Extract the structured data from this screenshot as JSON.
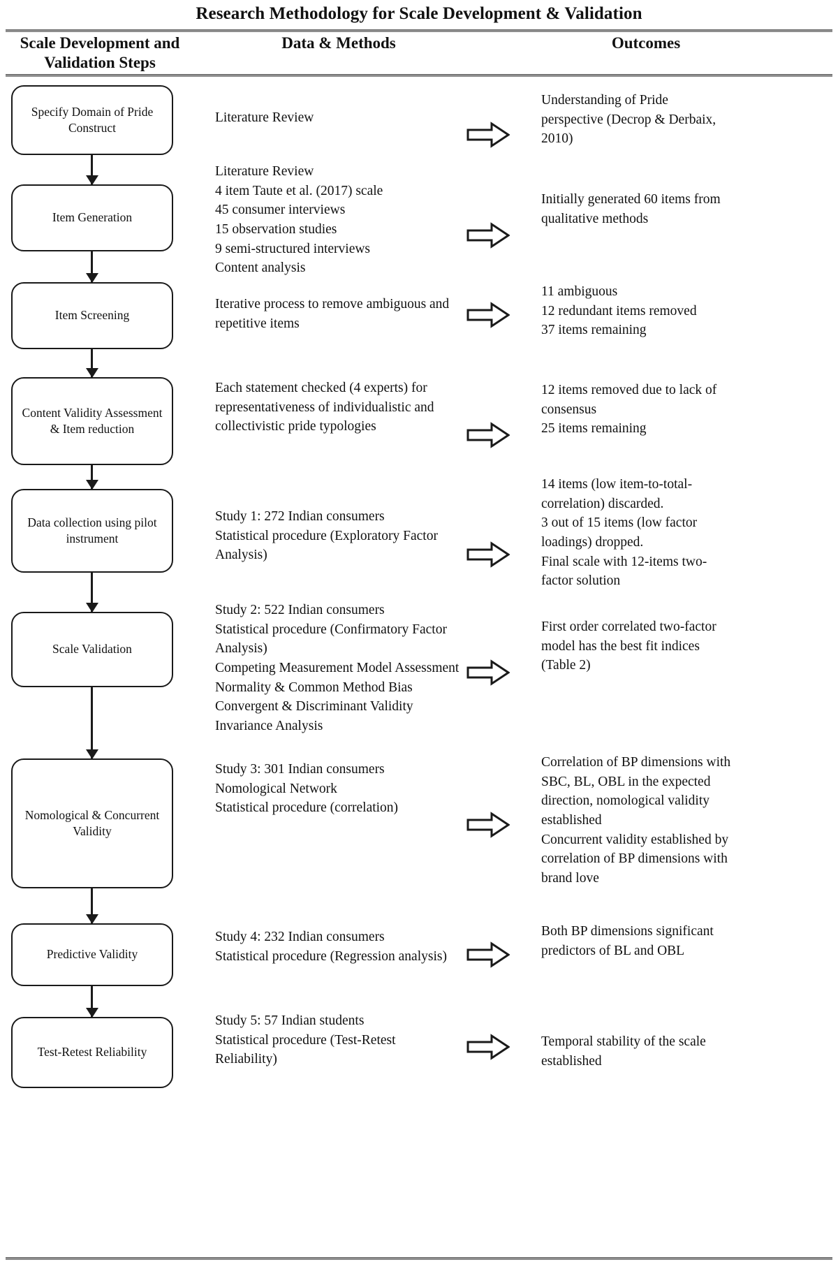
{
  "figure": {
    "title": "Research Methodology for Scale Development & Validation",
    "columns": {
      "steps": "Scale Development and Validation Steps",
      "methods": "Data & Methods",
      "outcomes": "Outcomes"
    },
    "colors": {
      "ink": "#1a1a1a",
      "rule": "#8e8e8e",
      "background": "#ffffff"
    },
    "arrow_icon": "block-arrow-right-icon",
    "flow_icon": "down-arrow-connector-icon"
  },
  "rows": [
    {
      "step": "Specify Domain of Pride Construct",
      "methods": [
        "Literature Review"
      ],
      "outcomes": [
        "Understanding of Pride perspective (Decrop & Derbaix, 2010)"
      ]
    },
    {
      "step": "Item Generation",
      "methods": [
        "Literature Review",
        "4 item Taute et al. (2017) scale",
        "45 consumer interviews",
        "15 observation studies",
        "9 semi-structured interviews",
        "Content analysis"
      ],
      "outcomes": [
        "Initially generated 60 items from qualitative methods"
      ]
    },
    {
      "step": "Item Screening",
      "methods": [
        "Iterative process to remove ambiguous and repetitive items"
      ],
      "outcomes": [
        "11 ambiguous",
        "12 redundant items removed",
        "37 items remaining"
      ]
    },
    {
      "step": "Content Validity Assessment & Item reduction",
      "methods": [
        "Each statement checked (4 experts) for representativeness of individualistic and collectivistic pride typologies"
      ],
      "outcomes": [
        "12 items removed due to lack of consensus",
        "25 items remaining"
      ]
    },
    {
      "step": "Data collection using pilot instrument",
      "methods": [
        "Study 1: 272 Indian consumers",
        "Statistical procedure (Exploratory Factor Analysis)"
      ],
      "outcomes": [
        "14 items (low item-to-total-correlation) discarded.",
        "3 out of 15 items (low factor loadings) dropped.",
        "Final scale with 12-items two-factor solution"
      ]
    },
    {
      "step": "Scale Validation",
      "methods": [
        "Study 2: 522 Indian consumers",
        "Statistical procedure (Confirmatory Factor Analysis)",
        "Competing Measurement Model Assessment",
        "Normality & Common Method Bias",
        "Convergent & Discriminant Validity",
        "Invariance Analysis"
      ],
      "outcomes": [
        "First order correlated two-factor model has the best fit indices (Table 2)"
      ]
    },
    {
      "step": "Nomological & Concurrent Validity",
      "methods": [
        "Study 3: 301 Indian consumers",
        "Nomological Network",
        "Statistical procedure (correlation)"
      ],
      "outcomes": [
        "Correlation of BP dimensions with SBC, BL, OBL in the expected direction, nomological validity established",
        "Concurrent validity established by correlation of BP dimensions with brand love"
      ]
    },
    {
      "step": "Predictive Validity",
      "methods": [
        "Study 4: 232 Indian consumers",
        "Statistical procedure (Regression analysis)"
      ],
      "outcomes": [
        "Both BP dimensions significant predictors of BL and OBL"
      ]
    },
    {
      "step": "Test-Retest Reliability",
      "methods": [
        "Study 5: 57 Indian students",
        "Statistical procedure (Test-Retest Reliability)"
      ],
      "outcomes": [
        "Temporal stability of the scale established"
      ]
    }
  ]
}
